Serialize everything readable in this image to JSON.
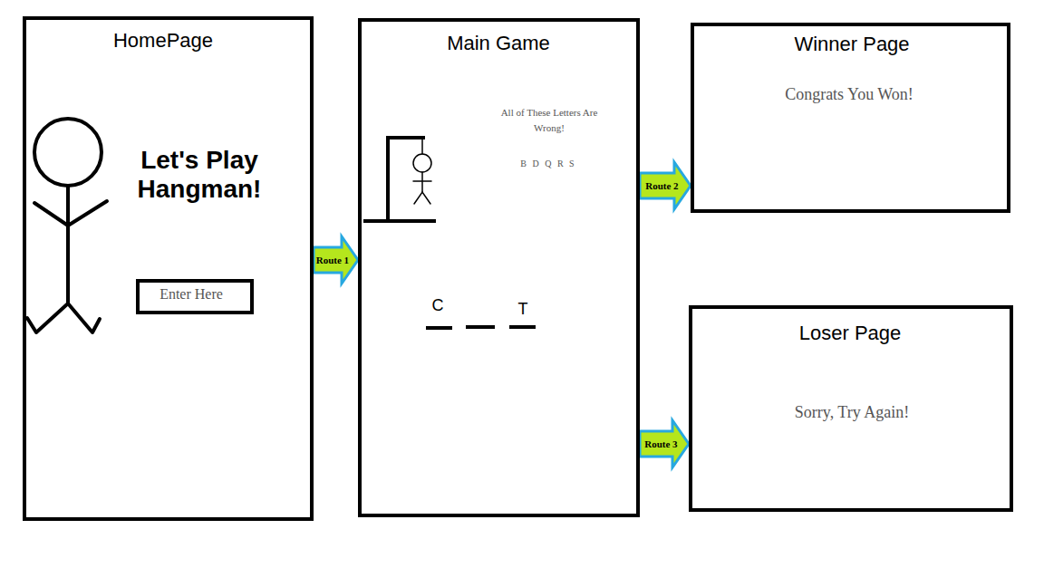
{
  "diagram": {
    "nodes": [
      {
        "text": [
          "HomePage",
          "Let's Play Hangman!"
        ]
      },
      {
        "text": [
          "Enter Here"
        ],
        "in": 0
      },
      {
        "text": [
          "Main Game",
          "All of These Letters Are Wrong!",
          "B D Q R S",
          "C",
          "T"
        ]
      },
      {
        "text": [
          "Winner Page",
          "Congrats You Won!"
        ]
      },
      {
        "text": [
          "Loser Page",
          "Sorry, Try Again!"
        ]
      }
    ],
    "edges": [
      {
        "from": 0,
        "to": 2,
        "label": "Route 1",
        "arrow": "to"
      },
      {
        "from": 2,
        "to": 3,
        "label": "Route 2",
        "arrow": "to"
      },
      {
        "from": 2,
        "to": 4,
        "label": "Route 3",
        "arrow": "to"
      }
    ]
  }
}
